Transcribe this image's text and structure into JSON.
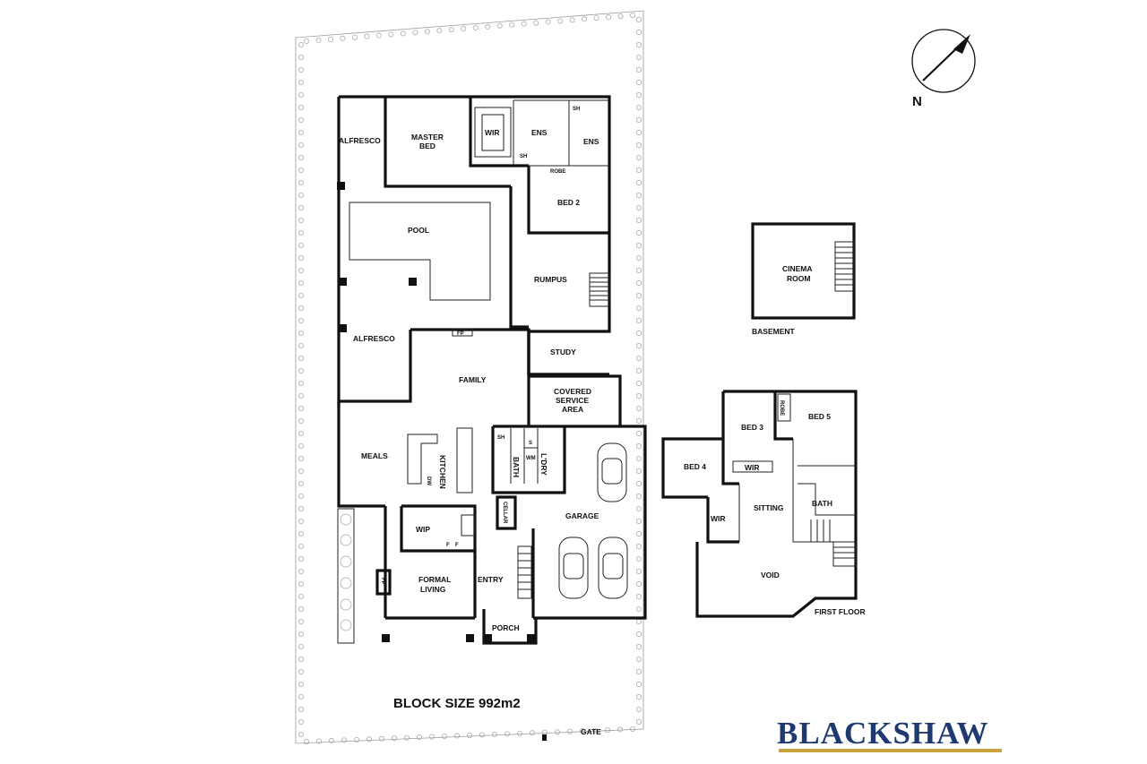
{
  "rooms": {
    "alfresco_top": "ALFRESCO",
    "master_bed_1": "MASTER",
    "master_bed_2": "BED",
    "wir_master": "WIR",
    "ens_1": "ENS",
    "ens_2": "ENS",
    "robe_master": "ROBE",
    "bed2": "BED 2",
    "pool": "POOL",
    "rumpus": "RUMPUS",
    "alfresco_mid": "ALFRESCO",
    "fp_family": "FP",
    "study": "STUDY",
    "family": "FAMILY",
    "covered_service_1": "COVERED",
    "covered_service_2": "SERVICE",
    "covered_service_3": "AREA",
    "meals": "MEALS",
    "kitchen": "KITCHEN",
    "dw": "DW",
    "bath_ground": "BATH",
    "laundry": "L'DRY",
    "wm": "WM",
    "s": "S",
    "sh_ground": "SH",
    "garage": "GARAGE",
    "cellar": "CELLAR",
    "wip": "WIP",
    "f1": "F",
    "f2": "F",
    "fp_living": "FP",
    "formal_living_1": "FORMAL",
    "formal_living_2": "LIVING",
    "entry": "ENTRY",
    "porch": "PORCH",
    "sh_ens1": "SH",
    "sh_ens2": "SH"
  },
  "basement": {
    "cinema_1": "CINEMA",
    "cinema_2": "ROOM",
    "label": "BASEMENT"
  },
  "first_floor": {
    "bed3": "BED 3",
    "robe": "ROBE",
    "bed5": "BED 5",
    "wir_bed3": "WIR",
    "bed4": "BED 4",
    "wir_bed4": "WIR",
    "sitting": "SITTING",
    "bath": "BATH",
    "void": "VOID",
    "label": "FIRST FLOOR"
  },
  "block_size": "BLOCK SIZE 992m2",
  "gate": "GATE",
  "north": "N",
  "brand": {
    "name": "BLACKSHAW",
    "color": "#1f3a70",
    "accent": "#c9a43a"
  }
}
